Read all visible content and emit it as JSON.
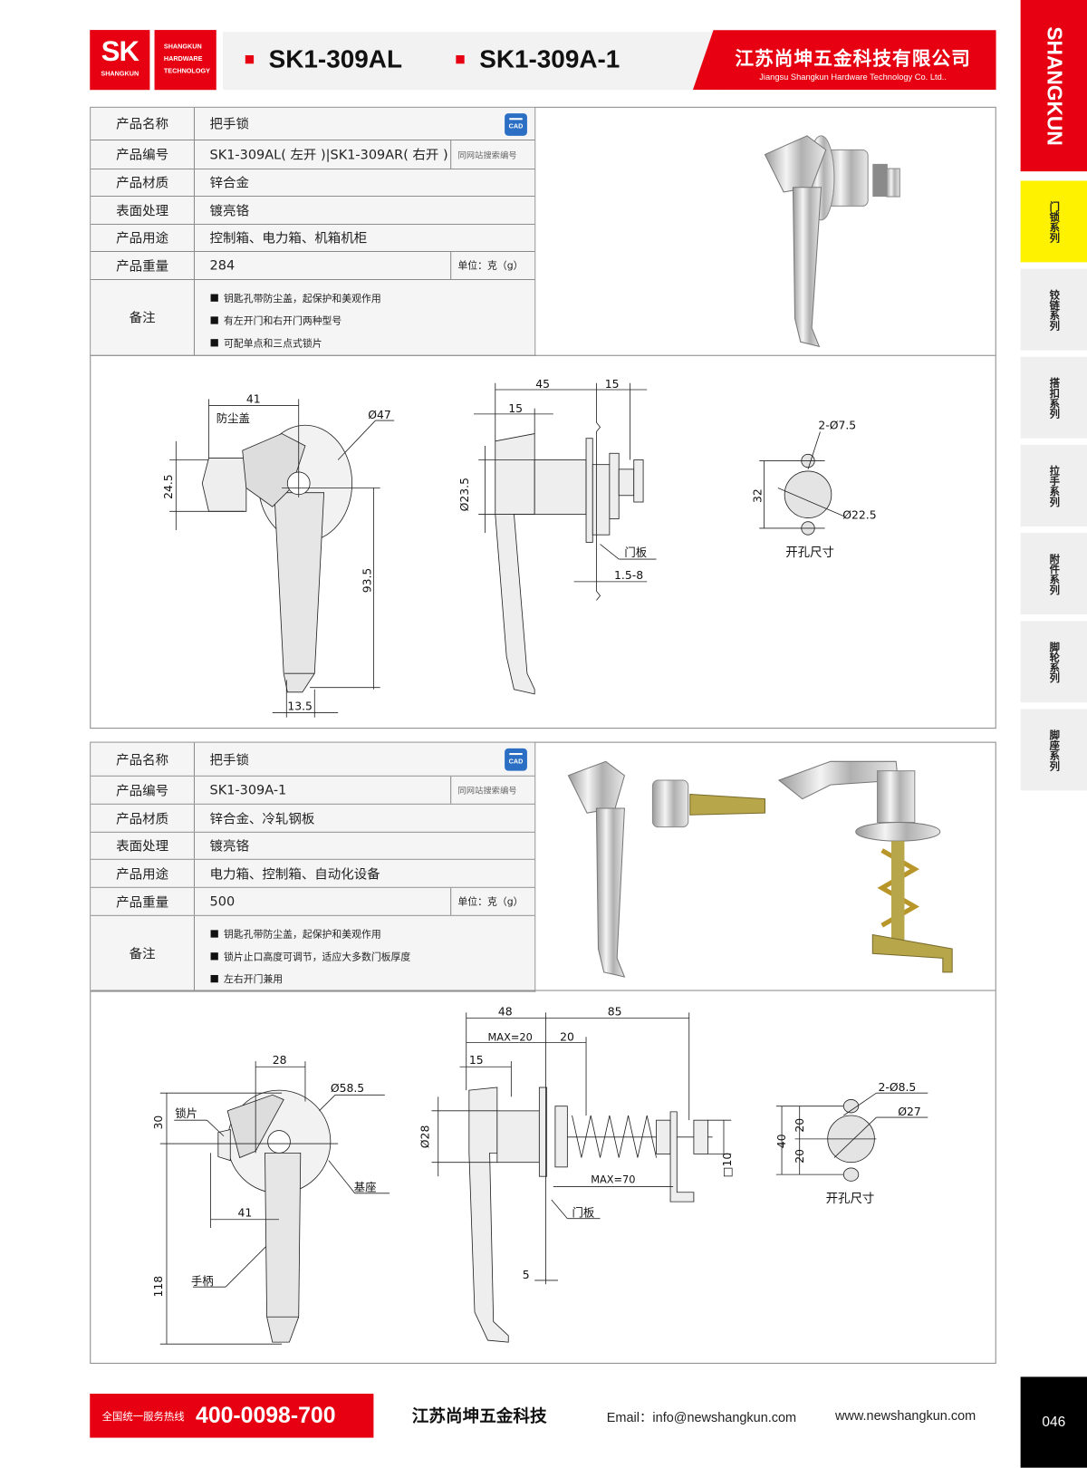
{
  "header": {
    "logo_mark": "SK",
    "logo_sub": "SHANGKUN",
    "logo_lines": [
      "SHANGKUN",
      "HARDWARE",
      "TECHNOLOGY"
    ],
    "models": [
      "SK1-309AL",
      "SK1-309A-1"
    ],
    "company_cn": "江苏尚坤五金科技有限公司",
    "company_en": "Jiangsu Shangkun Hardware Technology Co. Ltd.."
  },
  "sidebar": {
    "brand": "SHANGKUN",
    "tabs": [
      {
        "label": "门锁系列",
        "active": true
      },
      {
        "label": "铰链系列"
      },
      {
        "label": "搭扣系列"
      },
      {
        "label": "拉手系列"
      },
      {
        "label": "附件系列"
      },
      {
        "label": "脚轮系列"
      },
      {
        "label": "脚座系列"
      }
    ]
  },
  "products": [
    {
      "rows": [
        {
          "label": "产品名称",
          "value": "把手锁",
          "cad": "CAD"
        },
        {
          "label": "产品编号",
          "value": "SK1-309AL( 左开 )|SK1-309AR( 右开 )",
          "extra": "同网站搜索编号"
        },
        {
          "label": "产品材质",
          "value": "锌合金"
        },
        {
          "label": "表面处理",
          "value": "镀亮铬"
        },
        {
          "label": "产品用途",
          "value": "控制箱、电力箱、机箱机柜"
        },
        {
          "label": "产品重量",
          "value": "284",
          "extra": "单位：克（g）"
        }
      ],
      "notes_label": "备注",
      "notes": [
        "钥匙孔带防尘盖，起保护和美观作用",
        "有左开门和右开门两种型号",
        "可配单点和三点式锁片"
      ],
      "drawing": {
        "front": {
          "width": "41",
          "dust_cover": "防尘盖",
          "diameter": "Ø47",
          "height_top": "24.5",
          "length": "93.5",
          "tip": "13.5"
        },
        "side": {
          "overall": "45",
          "right": "15",
          "handle": "15",
          "diameter": "Ø23.5",
          "door": "门板",
          "thickness": "1.5-8"
        },
        "hole": {
          "small": "2-Ø7.5",
          "pitch": "32",
          "big": "Ø22.5",
          "title": "开孔尺寸"
        }
      }
    },
    {
      "rows": [
        {
          "label": "产品名称",
          "value": "把手锁",
          "cad": "CAD"
        },
        {
          "label": "产品编号",
          "value": "SK1-309A-1",
          "extra": "同网站搜索编号"
        },
        {
          "label": "产品材质",
          "value": "锌合金、冷轧钢板"
        },
        {
          "label": "表面处理",
          "value": "镀亮铬"
        },
        {
          "label": "产品用途",
          "value": "电力箱、控制箱、自动化设备"
        },
        {
          "label": "产品重量",
          "value": "500",
          "extra": "单位：克（g）"
        }
      ],
      "notes_label": "备注",
      "notes": [
        "钥匙孔带防尘盖，起保护和美观作用",
        "锁片止口高度可调节，适应大多数门板厚度",
        "左右开门兼用"
      ],
      "drawing": {
        "front": {
          "width": "28",
          "diameter": "Ø58.5",
          "cam": "锁片",
          "height_top": "30",
          "offset": "41",
          "base": "基座",
          "length": "118",
          "handle": "手柄"
        },
        "side": {
          "overall": "48",
          "shaft": "85",
          "max_door": "MAX=20",
          "nut": "20",
          "handle": "15",
          "diameter": "Ø28",
          "square": "□10",
          "max_cam": "MAX=70",
          "door": "门板",
          "min": "5"
        },
        "hole": {
          "small": "2-Ø8.5",
          "big": "Ø27",
          "pitch": "40",
          "half_a": "20",
          "half_b": "20",
          "title": "开孔尺寸"
        }
      }
    }
  ],
  "footer": {
    "hotline_label": "全国统一服务热线",
    "hotline": "400-0098-700",
    "company": "江苏尚坤五金科技",
    "email": "Email：info@newshangkun.com",
    "website": "www.newshangkun.com",
    "page": "046"
  },
  "colors": {
    "brand_red": "#e60012",
    "active_tab": "#fff200",
    "cad_blue": "#2a6fc4"
  }
}
